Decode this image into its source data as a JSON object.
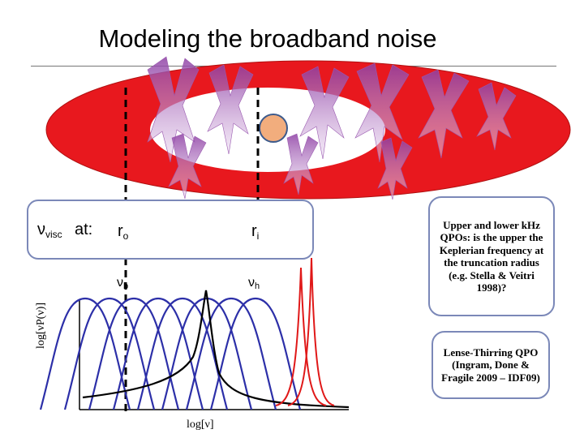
{
  "title": "Modeling the broadband noise",
  "labels": {
    "nu_visc": "ν",
    "nu_visc_sub": "visc",
    "at": "at:",
    "r_o": "r",
    "r_o_sub": "o",
    "r_i": "r",
    "r_i_sub": "i",
    "nu_b": "ν",
    "nu_b_sub": "b",
    "nu_h": "ν",
    "nu_h_sub": "h"
  },
  "axes": {
    "ylabel": "log[νP(ν)]",
    "xlabel": "log[ν]"
  },
  "notes": {
    "upper": "Upper and lower kHz QPOs: is the upper the Keplerian frequency at the truncation radius (e.g. Stella & Veitri 1998)?",
    "lower": "Lense-Thirring QPO (Ingram, Done & Fragile 2009 – IDF09)"
  },
  "colors": {
    "disc": "#e8181e",
    "flare": "#8e3fa4",
    "star": "#f2ad7d",
    "lorentzians": "#2c2fa8",
    "qpo_upper": "#e01818",
    "qpo_lt": "#000000",
    "box_border": "#7b88b8"
  },
  "icons": {
    "star": "neutron-star-circle",
    "flares": "magnetic-flare-shapes"
  }
}
